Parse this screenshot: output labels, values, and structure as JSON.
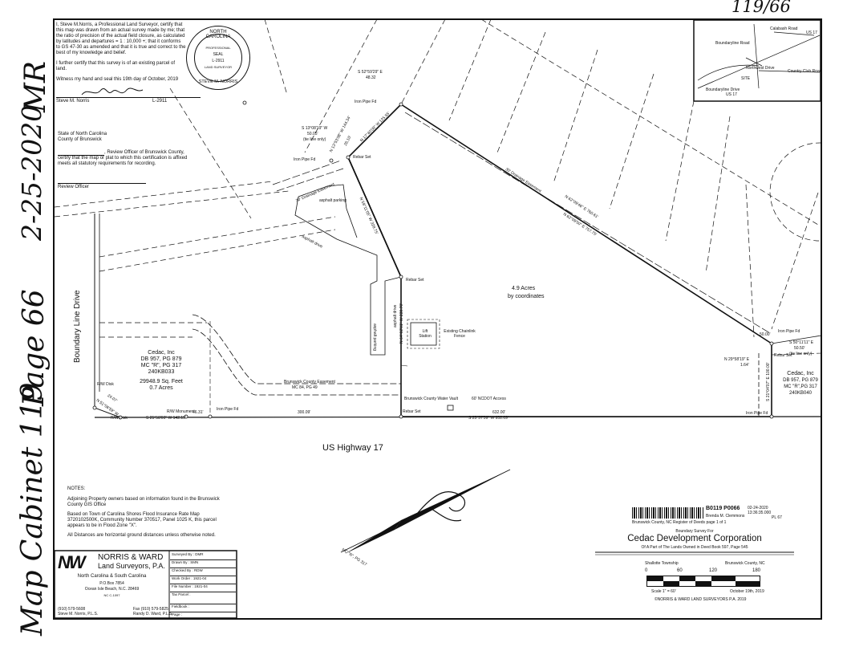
{
  "margin": {
    "page_ref": "119/66",
    "initials": "MR",
    "date": "2-25-2020",
    "page": "Page 66",
    "cabinet": "Map Cabinet 119"
  },
  "certificate": {
    "surveyor_text": "I, Steve M.Norris, a Professional Land Surveyor, certify that this map was drawn from an actual survey made by me; that the ratio of precision of the actual field closure, as calculated by latitudes and departures = 1 : 10,000 +; that it conforms to GS 47-30 as amended and that it is true and correct to the best of my knowledge and belief.",
    "existing_parcel": "I further certify that this survey is of an existing parcel of land.",
    "witness": "Witness my hand and seal this 19th day of October, 2019",
    "signer": "Steve M. Norris",
    "license": "L-2911",
    "state": "State of North Carolina",
    "county": "County of Brunswick",
    "review_text": ", Review Officer of Brunswick County, certify that the map or plat to which this certification is affixed meets all statutory requirements for recording.",
    "review_officer": "Review Officer"
  },
  "seal": {
    "top": "NORTH CAROLINA",
    "line1": "PROFESSIONAL",
    "line2": "SEAL",
    "line3": "L-2911",
    "line4": "LAND SURVEYOR",
    "bottom": "STEVE M. NORRIS"
  },
  "vicinity": {
    "roads": [
      "Calabash Road",
      "US 17",
      "Boundaryline Road",
      "Northwest Drive",
      "SITE",
      "Country Club Road",
      "Boundaryline Drive",
      "US 17"
    ]
  },
  "map_labels": {
    "call_top": "S 52°59'29\" E",
    "call_top_dist": "48.32",
    "iron_pipe_top": "Iron Pipe Fd",
    "call_tie": "S 13°08'19\" W",
    "tie_dist": "50.05'",
    "tie_note": "(tie line only)",
    "call_a": "N 13°53'08\" W 144.34'",
    "call_b": "N 17°40'08\" W 125.55'",
    "call_c": "26.10'",
    "iron_pipe_left": "Iron Pipe Fd",
    "rebar_set_top": "Rebar Set",
    "drainage_left": "30' Drainage Easement",
    "asphalt_parking_1": "asphalt parking",
    "call_west": "N 59°11'05\" W 328.75'",
    "asphalt_drive": "asphalt drive",
    "drainage_right": "30' Drainage Easement",
    "call_diag_1": "N 62°09'46\" E 760.61'",
    "call_diag_2": "N 62°09'50\" E 757.75'",
    "acres": "4.9 Acres",
    "acres_note": "by coordinates",
    "rebar_set_mid": "Rebar Set",
    "asphalt_parking_2": "asphalt parking",
    "call_center": "N 64°02'01\" W 230.70'",
    "asphalt_drive_2": "asphalt drive",
    "lift_station": "Lift Station",
    "fence": "Existing Chainlink Fence",
    "iron_pipe_right": "Iron Pipe Fd",
    "call_right_tie": "S 50°11'11\" E",
    "right_tie_dist": "50.50'",
    "right_tie_note": "(tie line only)",
    "call_short_dist": "50.00'",
    "call_right_sw": "N 29°58'19\" E",
    "call_right_sw_dist": "1.64'",
    "rebar_set_right": "Rebar Set",
    "call_right_vertical": "S 21°04'07\" E 100.00'",
    "east_owner": "Cedac, Inc",
    "east_db": "DB 957, PG 879",
    "east_mc": "MC \"R\",PG 317",
    "east_pin": "240KB040",
    "road_name": "Boundary Line Drive",
    "west_owner": "Cedac, Inc",
    "west_db": "DB 957, PG 879",
    "west_mc": "MC \"R\", PG 317",
    "west_pin": "240KB033",
    "west_area": "29948.9 Sq. Feet",
    "west_acres": "0.7 Acres",
    "county_easement": "Brunswick County Easement",
    "county_easement_ref": "MC 84, PG 49",
    "rw_disk_top": "R/W Disk",
    "rw_dist": "24.07'",
    "rw_call": "N 51°06'59\" W",
    "rw_disk_bottom": "R/W Disk",
    "rw_monument": "R/W Monument",
    "call_bottom_left": "S 25°58'09\" W 142.19'",
    "dist_46": "46.31'",
    "iron_pipe_bottom": "Iron Pipe Fd",
    "dist_300": "300.09'",
    "rebar_set_bottom": "Rebar Set",
    "water_vault": "Brunswick County Water Vault",
    "ncdot": "60' NCDOT Access",
    "dist_632": "632.00'",
    "call_bottom_main": "S 25°57'59\" W 952.09'",
    "iron_pipe_bottom_right": "Iron Pipe Fd",
    "highway": "US Highway 17",
    "mc_ref": "MC \"R\", PG 317"
  },
  "notes": {
    "heading": "NOTES:",
    "n1": "Adjoining Property owners based on information found in the Brunswick County GIS Office",
    "n2": "Based on Town of Carolina Shores Flood Insurance Rate Map 3720102500K, Community Number 370517, Panel 1025 K, this parcel appears to be in Flood Zone \"X\".",
    "n3": "All Distances are horizontal ground distances unless otherwise noted."
  },
  "firm": {
    "logo": "NW",
    "name": "NORRIS & WARD",
    "subtitle": "Land Surveyors, P.A.",
    "states": "North Carolina & South Carolina",
    "po": "P.O.Box 7854",
    "city": "Ocean Isle Beach, N.C. 28469",
    "license": "NC C-1097",
    "phone": "(910) 579-5608",
    "fax": "Fax (910) 579-5825",
    "person_left": "Steve M. Norris, P.L.S.",
    "person_right": "Randy D. Ward, P.L.S."
  },
  "project_info": [
    "Surveyed By : DMR",
    "Drawn By : SMN",
    "Checked By : RDW",
    "Work Order : 1921-04",
    "File Number : 1921-04",
    "Tax Parcel :",
    "Fieldbook :",
    "Page :"
  ],
  "recording": {
    "stamp_id": "B0119 P0066",
    "stamp_date": "02-24-2020",
    "stamp_time": "13:36:35.000",
    "stamp_fee": "PL 67",
    "stamp_county": "Brunswick County, NC Register of Deeds page 1 of 1",
    "stamp_register": "Brenda M. Clemmons"
  },
  "title_block": {
    "prefix": "Boundary Survey For",
    "title": "Cedac Development Corporation",
    "subtitle": "Of A Part of The Lands Owned in Deed Book 597, Page 545",
    "township": "Shallotte Township",
    "county": "Brunswick County, NC",
    "scale_ticks": [
      "0",
      "60",
      "120",
      "180"
    ],
    "scale": "Scale 1\" = 60'",
    "date": "October 19th, 2019",
    "copyright": "©NORRIS & WARD LAND SURVEYORS P.A. 2019"
  },
  "colors": {
    "ink": "#111111",
    "paper": "#ffffff"
  }
}
